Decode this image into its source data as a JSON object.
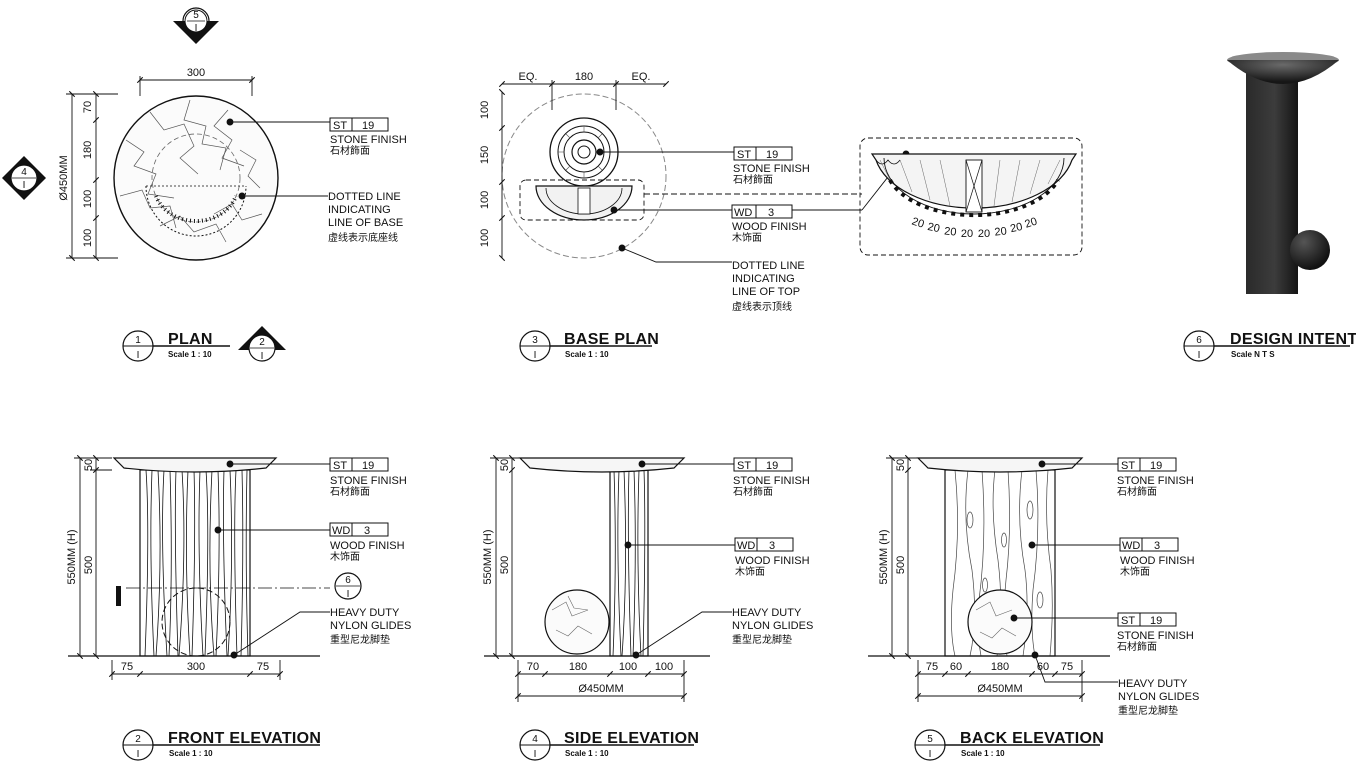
{
  "drawing": {
    "views": [
      {
        "key": "plan",
        "number": "1",
        "sheet": "I",
        "title": "PLAN",
        "scale": "Scale 1 : 10"
      },
      {
        "key": "base",
        "number": "3",
        "sheet": "I",
        "title": "BASE PLAN",
        "scale": "Scale 1 : 10"
      },
      {
        "key": "intent",
        "number": "6",
        "sheet": "I",
        "title": "DESIGN INTENT",
        "scale": "Scale N T S"
      },
      {
        "key": "front",
        "number": "2",
        "sheet": "I",
        "title": "FRONT ELEVATION",
        "scale": "Scale 1 : 10"
      },
      {
        "key": "side",
        "number": "4",
        "sheet": "I",
        "title": "SIDE ELEVATION",
        "scale": "Scale 1 : 10"
      },
      {
        "key": "back",
        "number": "5",
        "sheet": "I",
        "title": "BACK ELEVATION",
        "scale": "Scale 1 : 10"
      }
    ],
    "markers": {
      "plan_top": {
        "num": "5",
        "sheet": "I"
      },
      "plan_left": {
        "num": "4",
        "sheet": "I"
      },
      "plan_title": {
        "num": "2",
        "sheet": "I"
      },
      "front_section": {
        "num": "6",
        "sheet": "I"
      }
    },
    "materials": {
      "stone": {
        "code": "ST",
        "num": "19",
        "en": "STONE FINISH",
        "cn": "石材飾面"
      },
      "wood": {
        "code": "WD",
        "num": "3",
        "en": "WOOD FINISH",
        "cn": "木饰面"
      }
    },
    "notes": {
      "dotted_base": [
        "DOTTED LINE",
        "INDICATING",
        "LINE OF BASE",
        "虚线表示底座线"
      ],
      "dotted_top": [
        "DOTTED LINE",
        "INDICATING",
        "LINE OF TOP",
        "虚线表示顶线"
      ],
      "glides": [
        "HEAVY DUTY",
        "NYLON GLIDES",
        "重型尼龙脚垫"
      ]
    },
    "dims": {
      "plan_top": "300",
      "plan_left": [
        "70",
        "180",
        "100",
        "100"
      ],
      "plan_overall": "Ø450MM",
      "base_top": [
        "EQ.",
        "180",
        "EQ."
      ],
      "base_left": [
        "100",
        "150",
        "100",
        "100"
      ],
      "detail_slats": "20",
      "elev_height": "550MM (H)",
      "elev_top": "50",
      "elev_body": "500",
      "front_bottom": [
        "75",
        "300",
        "75"
      ],
      "side_bottom": [
        "70",
        "180",
        "100",
        "100"
      ],
      "side_overall": "Ø450MM",
      "back_bottom": [
        "75",
        "60",
        "180",
        "60",
        "75"
      ],
      "back_overall": "Ø450MM"
    }
  }
}
